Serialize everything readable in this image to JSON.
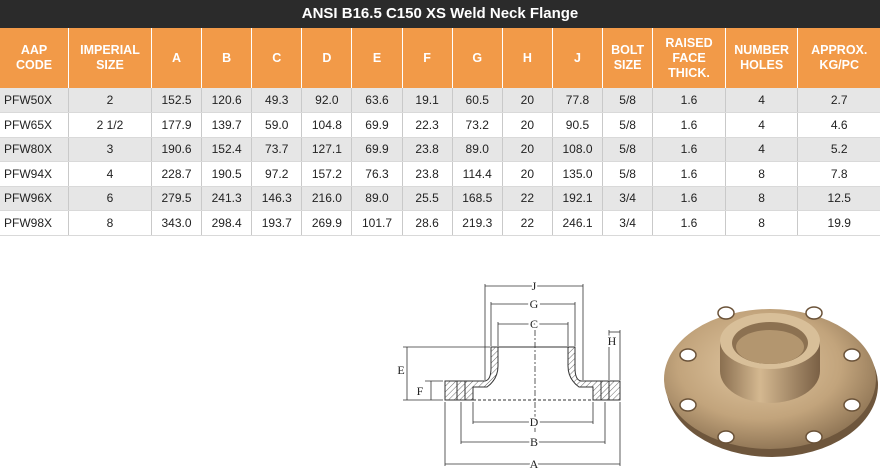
{
  "title": "ANSI B16.5 C150 XS Weld Neck Flange",
  "headers": [
    [
      "AAP",
      "CODE"
    ],
    [
      "IMPERIAL",
      "SIZE"
    ],
    [
      "A"
    ],
    [
      "B"
    ],
    [
      "C"
    ],
    [
      "D"
    ],
    [
      "E"
    ],
    [
      "F"
    ],
    [
      "G"
    ],
    [
      "H"
    ],
    [
      "J"
    ],
    [
      "BOLT",
      "SIZE"
    ],
    [
      "RAISED",
      "FACE",
      "THICK."
    ],
    [
      "NUMBER",
      "HOLES"
    ],
    [
      "APPROX.",
      "KG/PC"
    ]
  ],
  "rows": [
    [
      "PFW50X",
      "2",
      "152.5",
      "120.6",
      "49.3",
      "92.0",
      "63.6",
      "19.1",
      "60.5",
      "20",
      "77.8",
      "5/8",
      "1.6",
      "4",
      "2.7"
    ],
    [
      "PFW65X",
      "2 1/2",
      "177.9",
      "139.7",
      "59.0",
      "104.8",
      "69.9",
      "22.3",
      "73.2",
      "20",
      "90.5",
      "5/8",
      "1.6",
      "4",
      "4.6"
    ],
    [
      "PFW80X",
      "3",
      "190.6",
      "152.4",
      "73.7",
      "127.1",
      "69.9",
      "23.8",
      "89.0",
      "20",
      "108.0",
      "5/8",
      "1.6",
      "4",
      "5.2"
    ],
    [
      "PFW94X",
      "4",
      "228.7",
      "190.5",
      "97.2",
      "157.2",
      "76.3",
      "23.8",
      "114.4",
      "20",
      "135.0",
      "5/8",
      "1.6",
      "8",
      "7.8"
    ],
    [
      "PFW96X",
      "6",
      "279.5",
      "241.3",
      "146.3",
      "216.0",
      "89.0",
      "25.5",
      "168.5",
      "22",
      "192.1",
      "3/4",
      "1.6",
      "8",
      "12.5"
    ],
    [
      "PFW98X",
      "8",
      "343.0",
      "298.4",
      "193.7",
      "269.9",
      "101.7",
      "28.6",
      "219.3",
      "22",
      "246.1",
      "3/4",
      "1.6",
      "8",
      "19.9"
    ]
  ],
  "diagram_labels": {
    "j": "J",
    "g": "G",
    "c": "C",
    "h": "H",
    "e": "E",
    "f": "F",
    "d": "D",
    "b": "B",
    "a": "A"
  },
  "colors": {
    "header_bg": "#f29a48",
    "title_bg": "#2b2b2b",
    "row_alt": "#e6e6e6",
    "flange_metal": "#b79a74"
  }
}
